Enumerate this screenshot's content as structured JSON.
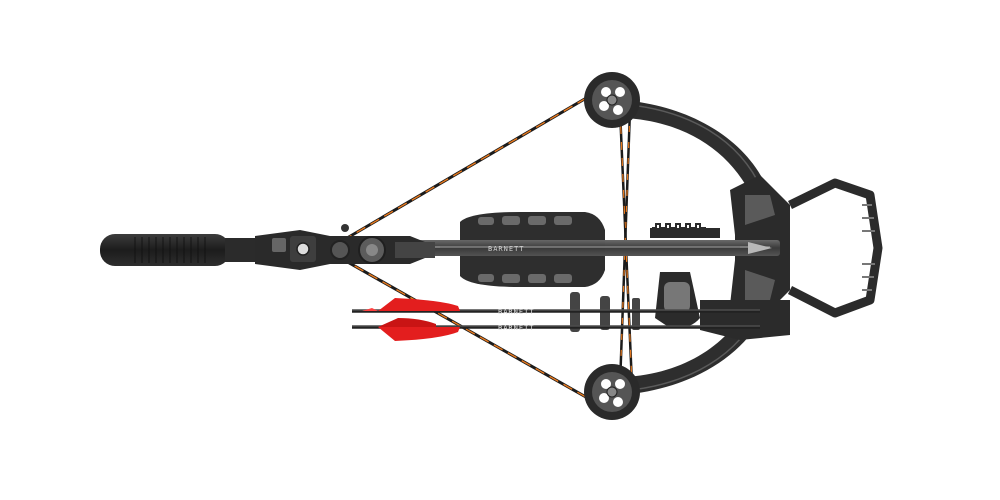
{
  "scene": {
    "subject": "crossbow",
    "background": "#ffffff",
    "colors": {
      "body": "#2b2b2b",
      "body_light": "#4a4a4a",
      "string_orange": "#e8791e",
      "fletching_red": "#e31e1e",
      "metal": "#8a8a8a"
    },
    "brand_marks": {
      "rail_logo": "BARNETT",
      "arrow_logo": "BARNETT"
    }
  }
}
